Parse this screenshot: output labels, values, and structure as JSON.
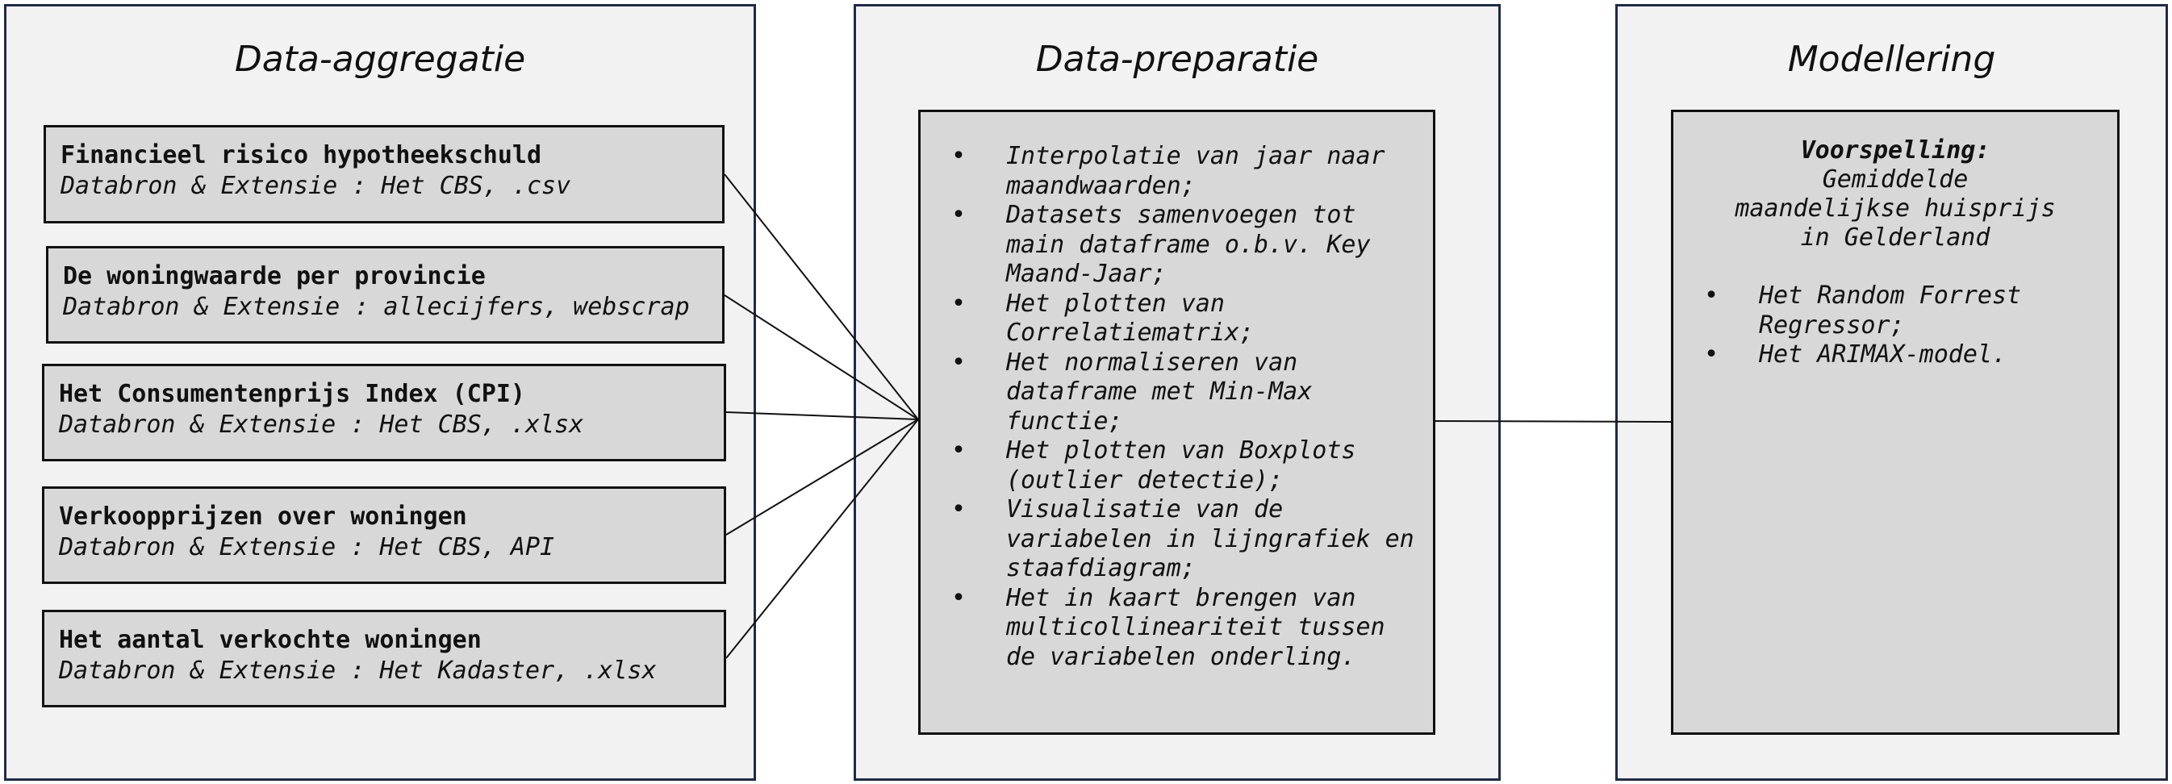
{
  "panels": {
    "aggregation": {
      "title": "Data-aggregatie",
      "sources": [
        {
          "title": "Financieel risico hypotheekschuld",
          "subtitle": "Databron & Extensie : Het CBS, .csv"
        },
        {
          "title": "De woningwaarde per provincie",
          "subtitle": "Databron & Extensie : allecijfers, webscrap"
        },
        {
          "title": "Het Consumentenprijs Index (CPI)",
          "subtitle": "Databron & Extensie : Het CBS, .xlsx"
        },
        {
          "title": "Verkoopprijzen over woningen",
          "subtitle": "Databron & Extensie : Het CBS, API"
        },
        {
          "title": "Het aantal verkochte woningen",
          "subtitle": "Databron & Extensie : Het Kadaster, .xlsx"
        }
      ]
    },
    "preparation": {
      "title": "Data-preparatie",
      "steps": [
        [
          "Interpolatie van jaar naar",
          "maandwaarden;"
        ],
        [
          "Datasets samenvoegen tot",
          "main dataframe o.b.v. Key",
          "Maand-Jaar;"
        ],
        [
          "Het plotten van",
          "Correlatiematrix;"
        ],
        [
          "Het normaliseren van",
          "dataframe met Min-Max",
          "functie;"
        ],
        [
          "Het plotten van Boxplots",
          "(outlier detectie);"
        ],
        [
          "Visualisatie van de",
          "variabelen in lijngrafiek en",
          "staafdiagram;"
        ],
        [
          "Het in kaart brengen van",
          "multicollineariteit tussen",
          "de variabelen onderling."
        ]
      ]
    },
    "modelling": {
      "title": "Modellering",
      "prediction_label": "Voorspelling:",
      "prediction_lines": [
        "Gemiddelde",
        "maandelijkse huisprijs",
        "in Gelderland"
      ],
      "models": [
        [
          "Het Random Forrest",
          "Regressor;"
        ],
        [
          "Het ARIMAX-model."
        ]
      ]
    }
  }
}
